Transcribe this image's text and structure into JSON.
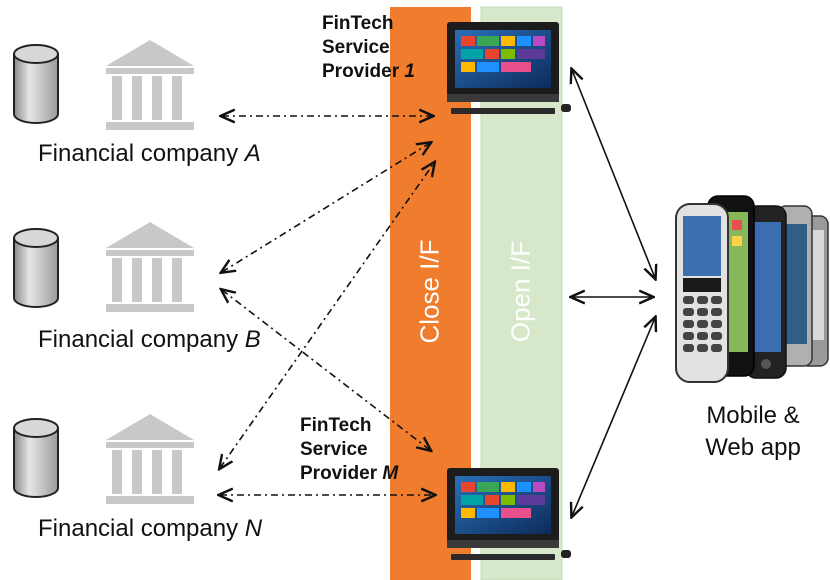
{
  "companies": [
    {
      "label": "Financial company",
      "letter": "A"
    },
    {
      "label": "Financial company",
      "letter": "B"
    },
    {
      "label": "Financial company",
      "letter": "N"
    }
  ],
  "providers": [
    {
      "line1": "FinTech",
      "line2": "Service",
      "line3": "Provider",
      "id": "1"
    },
    {
      "line1": "FinTech",
      "line2": "Service",
      "line3": "Provider",
      "id": "M"
    }
  ],
  "interfaces": {
    "close": "Close I/F",
    "open": "Open I/F"
  },
  "mobile": {
    "line1": "Mobile &",
    "line2": "Web app"
  },
  "colors": {
    "close_bar": "#F07C2E",
    "open_bar": "#D6E8C9",
    "bank": "#C8C8C8",
    "db": "#C4C4C4"
  },
  "icons": [
    "database-icon",
    "bank-icon",
    "computer-icon",
    "smartphones-icon"
  ]
}
